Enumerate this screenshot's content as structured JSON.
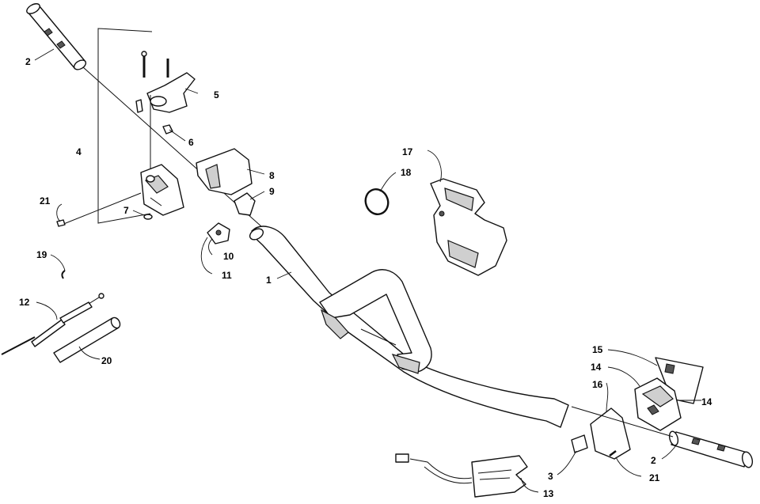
{
  "callouts": [
    {
      "id": "c1",
      "text": "1"
    },
    {
      "id": "c2a",
      "text": "2"
    },
    {
      "id": "c2b",
      "text": "2"
    },
    {
      "id": "c3",
      "text": "3"
    },
    {
      "id": "c4",
      "text": "4"
    },
    {
      "id": "c5",
      "text": "5"
    },
    {
      "id": "c6",
      "text": "6"
    },
    {
      "id": "c7",
      "text": "7"
    },
    {
      "id": "c8",
      "text": "8"
    },
    {
      "id": "c9",
      "text": "9"
    },
    {
      "id": "c10",
      "text": "10"
    },
    {
      "id": "c11",
      "text": "11"
    },
    {
      "id": "c12",
      "text": "12"
    },
    {
      "id": "c13",
      "text": "13"
    },
    {
      "id": "c14a",
      "text": "14"
    },
    {
      "id": "c14b",
      "text": "14"
    },
    {
      "id": "c15",
      "text": "15"
    },
    {
      "id": "c16",
      "text": "16"
    },
    {
      "id": "c17",
      "text": "17"
    },
    {
      "id": "c18",
      "text": "18"
    },
    {
      "id": "c19",
      "text": "19"
    },
    {
      "id": "c20",
      "text": "20"
    },
    {
      "id": "c21a",
      "text": "21"
    },
    {
      "id": "c21b",
      "text": "21"
    }
  ]
}
